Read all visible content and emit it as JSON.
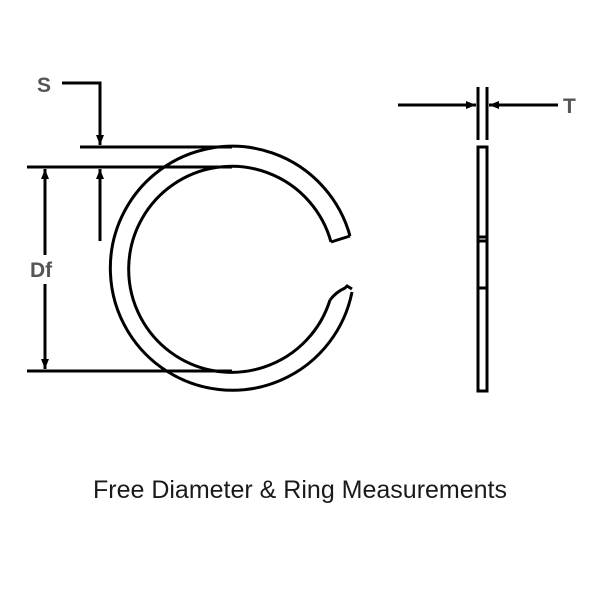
{
  "diagram": {
    "title": "Free Diameter & Ring Measurements",
    "labels": {
      "section": "S",
      "free_diameter": "Df",
      "thickness": "T"
    },
    "colors": {
      "line": "#000000",
      "label": "#555555",
      "caption": "#1a1a1a",
      "background": "#ffffff"
    },
    "views": [
      {
        "name": "front-view",
        "description": "Open retaining ring with gap on right side"
      },
      {
        "name": "side-view",
        "description": "Edge view of ring showing thickness"
      }
    ]
  }
}
